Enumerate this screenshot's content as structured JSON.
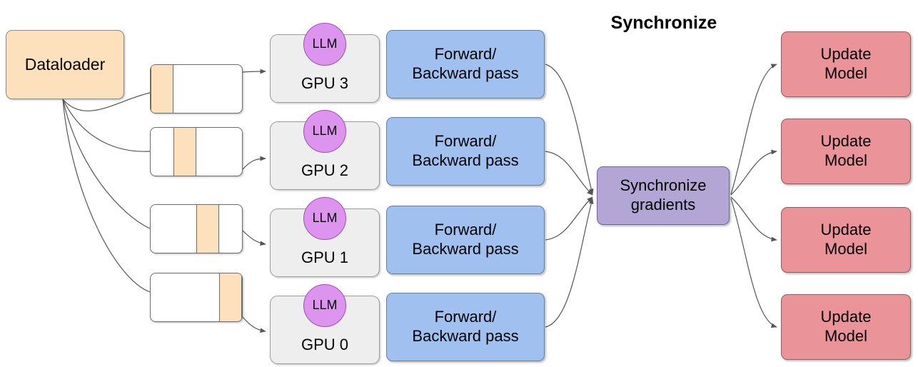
{
  "diagram": {
    "title": "Synchronize",
    "dataloader": {
      "label": "Dataloader"
    },
    "shards": [
      {
        "name": "shard-gpu-3",
        "highlight_index": 0
      },
      {
        "name": "shard-gpu-2",
        "highlight_index": 1
      },
      {
        "name": "shard-gpu-1",
        "highlight_index": 2
      },
      {
        "name": "shard-gpu-0",
        "highlight_index": 3
      }
    ],
    "gpus": [
      {
        "badge": "LLM",
        "label": "GPU 3"
      },
      {
        "badge": "LLM",
        "label": "GPU 2"
      },
      {
        "badge": "LLM",
        "label": "GPU 1"
      },
      {
        "badge": "LLM",
        "label": "GPU 0"
      }
    ],
    "passes": [
      {
        "label": "Forward/\nBackward pass"
      },
      {
        "label": "Forward/\nBackward pass"
      },
      {
        "label": "Forward/\nBackward pass"
      },
      {
        "label": "Forward/\nBackward pass"
      }
    ],
    "sync_node": {
      "label": "Synchronize\ngradients"
    },
    "updates": [
      {
        "label": "Update\nModel"
      },
      {
        "label": "Update\nModel"
      },
      {
        "label": "Update\nModel"
      },
      {
        "label": "Update\nModel"
      }
    ],
    "colors": {
      "dataloader_fill": "#fde0bc",
      "shard_highlight": "#fde0bc",
      "shard_fill": "#ffffff",
      "gpu_fill": "#eeeeee",
      "llm_fill": "#dd94ef",
      "pass_fill": "#a0c0f0",
      "sync_fill": "#b3a6d4",
      "update_fill": "#ea9399",
      "edge_stroke": "#555555",
      "background": "#ffffff"
    }
  }
}
